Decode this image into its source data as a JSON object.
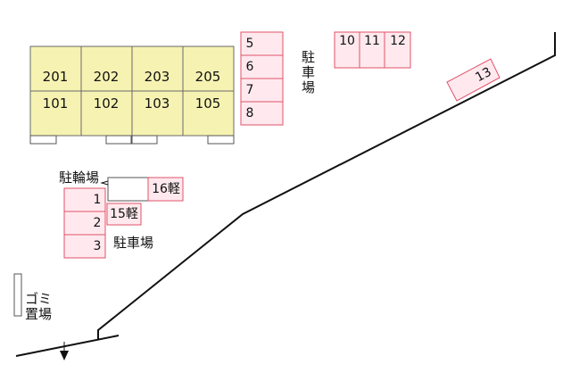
{
  "building": {
    "upper_floor": [
      "201",
      "202",
      "203",
      "205"
    ],
    "lower_floor": [
      "101",
      "102",
      "103",
      "105"
    ]
  },
  "parking_right": {
    "slots": [
      "5",
      "6",
      "7",
      "8"
    ],
    "label_chars": [
      "駐",
      "車",
      "場"
    ]
  },
  "parking_top": {
    "slots": [
      "10",
      "11",
      "12"
    ],
    "angled_slot": "13"
  },
  "bicycle_parking": {
    "label": "駐輪場"
  },
  "kei_slots": {
    "slot_16": "16軽",
    "slot_15": "15軽"
  },
  "parking_left": {
    "slots": [
      "1",
      "2",
      "3"
    ],
    "label": "駐車場"
  },
  "garbage": {
    "line1": "ゴミ",
    "line2": "置場"
  },
  "colors": {
    "building_fill": "#f6f3b2",
    "slot_fill": "#ffe9ee",
    "slot_stroke": "#e0526a"
  }
}
